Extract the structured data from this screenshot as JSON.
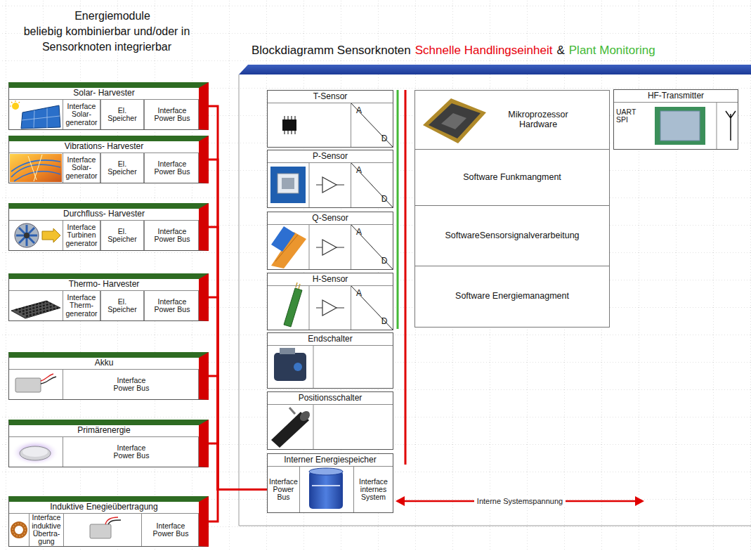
{
  "diagram": {
    "nodes": [
      {
        "text": [
          "Solar- Harvester"
        ]
      },
      {
        "text": [
          "Interface Solar- generator"
        ],
        "in": 0
      },
      {
        "text": [
          "El. Speicher"
        ],
        "in": 0
      },
      {
        "text": [
          "Interface Power Bus"
        ],
        "in": 0
      },
      {
        "text": [
          "Vibrations- Harvester"
        ]
      },
      {
        "text": [
          "Interface Solar- generator"
        ],
        "in": 4
      },
      {
        "text": [
          "El. Speicher"
        ],
        "in": 4
      },
      {
        "text": [
          "Interface Power Bus"
        ],
        "in": 4
      },
      {
        "text": [
          "Durchfluss- Harvester"
        ]
      },
      {
        "text": [
          "Interface Turbinen generator"
        ],
        "in": 8
      },
      {
        "text": [
          "El. Speicher"
        ],
        "in": 8
      },
      {
        "text": [
          "Interface Power Bus"
        ],
        "in": 8
      },
      {
        "text": [
          "Thermo- Harvester"
        ]
      },
      {
        "text": [
          "Interface Therm- generator"
        ],
        "in": 12
      },
      {
        "text": [
          "El. Speicher"
        ],
        "in": 12
      },
      {
        "text": [
          "Interface Power Bus"
        ],
        "in": 12
      },
      {
        "text": [
          "Akku"
        ]
      },
      {
        "text": [
          "Interface Power Bus"
        ],
        "in": 16
      },
      {
        "text": [
          "Primärenergie"
        ]
      },
      {
        "text": [
          "Interface Power Bus"
        ],
        "in": 18
      },
      {
        "text": [
          "Induktive Enegieübertragung"
        ]
      },
      {
        "text": [
          "Interface induktive Übertra- gung"
        ],
        "in": 20
      },
      {
        "text": [
          "Interface Power Bus"
        ],
        "in": 20
      },
      {
        "text": [
          "T-Sensor"
        ]
      },
      {
        "text": [
          "A",
          "D"
        ],
        "in": 23
      },
      {
        "text": [
          "P-Sensor"
        ]
      },
      {
        "text": [
          "A",
          "D"
        ],
        "in": 25
      },
      {
        "text": [
          "Q-Sensor"
        ]
      },
      {
        "text": [
          "A",
          "D"
        ],
        "in": 27
      },
      {
        "text": [
          "H-Sensor"
        ]
      },
      {
        "text": [
          "A",
          "D"
        ],
        "in": 29
      },
      {
        "text": [
          "Endschalter"
        ]
      },
      {
        "text": [
          "Positionsschalter"
        ]
      },
      {
        "text": [
          "Interner Energiespeicher"
        ]
      },
      {
        "text": [
          "Interface Power Bus"
        ],
        "in": 33
      },
      {
        "text": [
          "Interface internes System"
        ],
        "in": 33
      },
      {
        "text": [
          "Mikroprozessor Hardware"
        ]
      },
      {
        "text": [
          "Software Funkmangment"
        ]
      },
      {
        "text": [
          "SoftwareSensorsignalverarbeitung"
        ]
      },
      {
        "text": [
          "Software Energiemanagment"
        ]
      },
      {
        "text": [
          "HF-Transmitter",
          "UART SPI"
        ]
      }
    ],
    "edges": [
      {
        "from": 0,
        "to": 34,
        "arrow": "none"
      },
      {
        "from": 4,
        "to": 34,
        "arrow": "none"
      },
      {
        "from": 8,
        "to": 34,
        "arrow": "none"
      },
      {
        "from": 12,
        "to": 34,
        "arrow": "none"
      },
      {
        "from": 16,
        "to": 34,
        "arrow": "none"
      },
      {
        "from": 18,
        "to": 34,
        "arrow": "none"
      },
      {
        "from": 20,
        "to": 34,
        "arrow": "none"
      }
    ],
    "labels": [
      "Energiemodule",
      "beliebig kombinierbar und/oder in Sensorknoten integrierbar",
      "Blockdiagramm Sensorknoten",
      "Schnelle Handlingseinheit",
      "&",
      "Plant Monitoring",
      "Interne Systemspannung"
    ]
  }
}
